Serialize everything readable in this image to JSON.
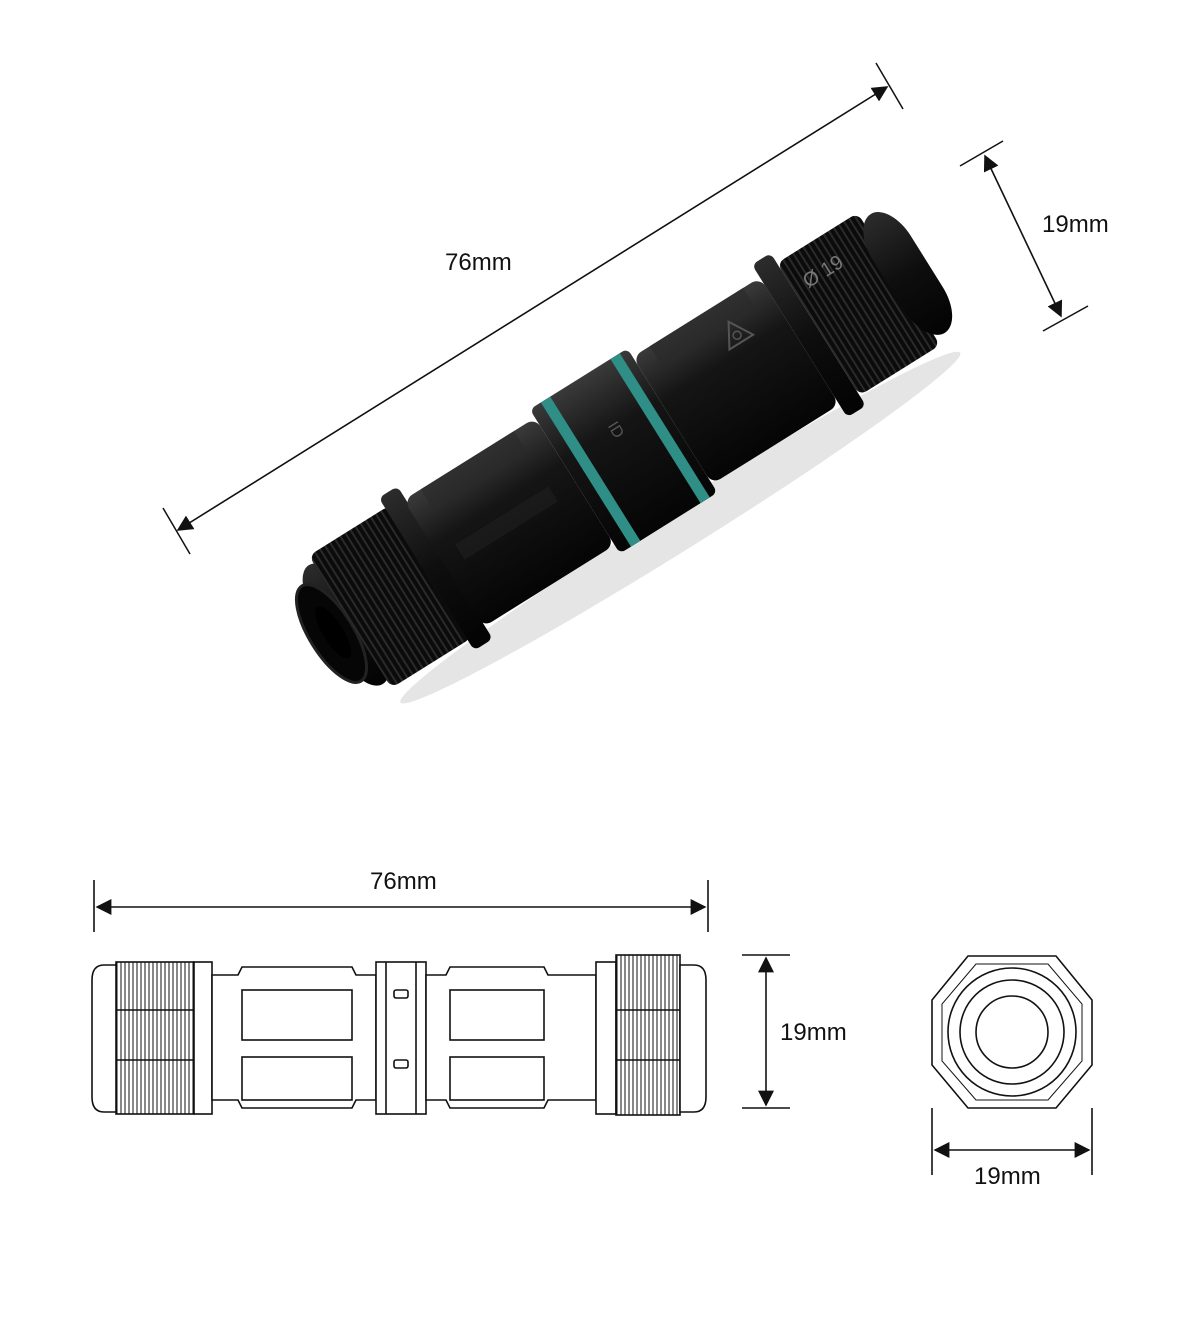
{
  "product_photo": {
    "length_label": "76mm",
    "diameter_label": "19mm",
    "cap_marking": "Ø 19",
    "band_mark": "ID",
    "band_color": "#2f8f86",
    "body_color": "#0d0d0d"
  },
  "side_view": {
    "length_label": "76mm",
    "height_label": "19mm"
  },
  "end_view": {
    "width_label": "19mm"
  }
}
